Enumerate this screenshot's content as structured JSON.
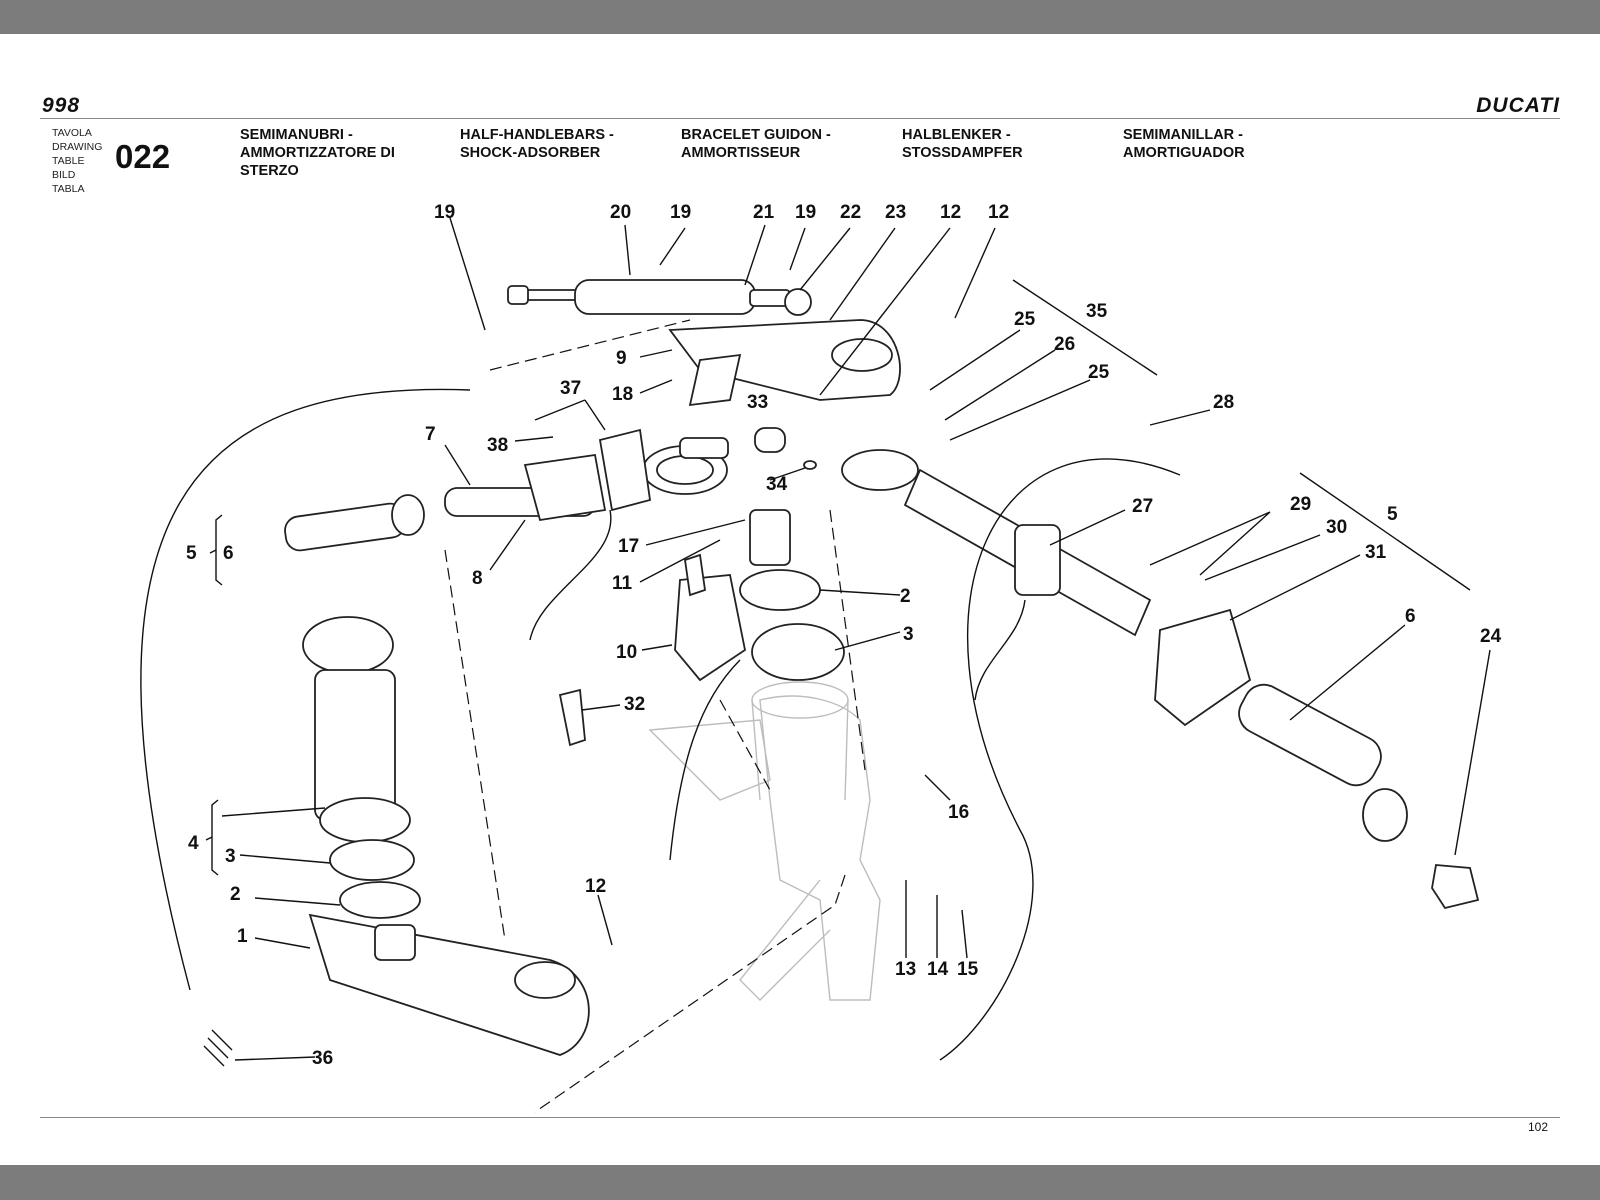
{
  "header": {
    "model": "998",
    "brand": "DUCATI"
  },
  "table_labels": [
    "TAVOLA",
    "DRAWING",
    "TABLE",
    "BILD",
    "TABLA"
  ],
  "table_number": "022",
  "titles": [
    {
      "line1": "SEMIMANUBRI -",
      "line2": "AMMORTIZZATORE DI",
      "line3": "STERZO"
    },
    {
      "line1": "HALF-HANDLEBARS -",
      "line2": "SHOCK-ADSORBER",
      "line3": ""
    },
    {
      "line1": "BRACELET GUIDON -",
      "line2": "AMMORTISSEUR",
      "line3": ""
    },
    {
      "line1": "HALBLENKER -",
      "line2": "STOSSDAMPFER",
      "line3": ""
    },
    {
      "line1": "SEMIMANILLAR -",
      "line2": "AMORTIGUADOR",
      "line3": ""
    }
  ],
  "callouts": [
    "19",
    "20",
    "19",
    "21",
    "19",
    "22",
    "23",
    "12",
    "12",
    "35",
    "25",
    "26",
    "25",
    "9",
    "18",
    "37",
    "33",
    "38",
    "7",
    "34",
    "28",
    "5",
    "6",
    "29",
    "30",
    "31",
    "5",
    "27",
    "17",
    "11",
    "2",
    "8",
    "10",
    "3",
    "32",
    "6",
    "24",
    "16",
    "4",
    "3",
    "2",
    "1",
    "12",
    "13",
    "14",
    "15",
    "36"
  ],
  "page_number": "102"
}
